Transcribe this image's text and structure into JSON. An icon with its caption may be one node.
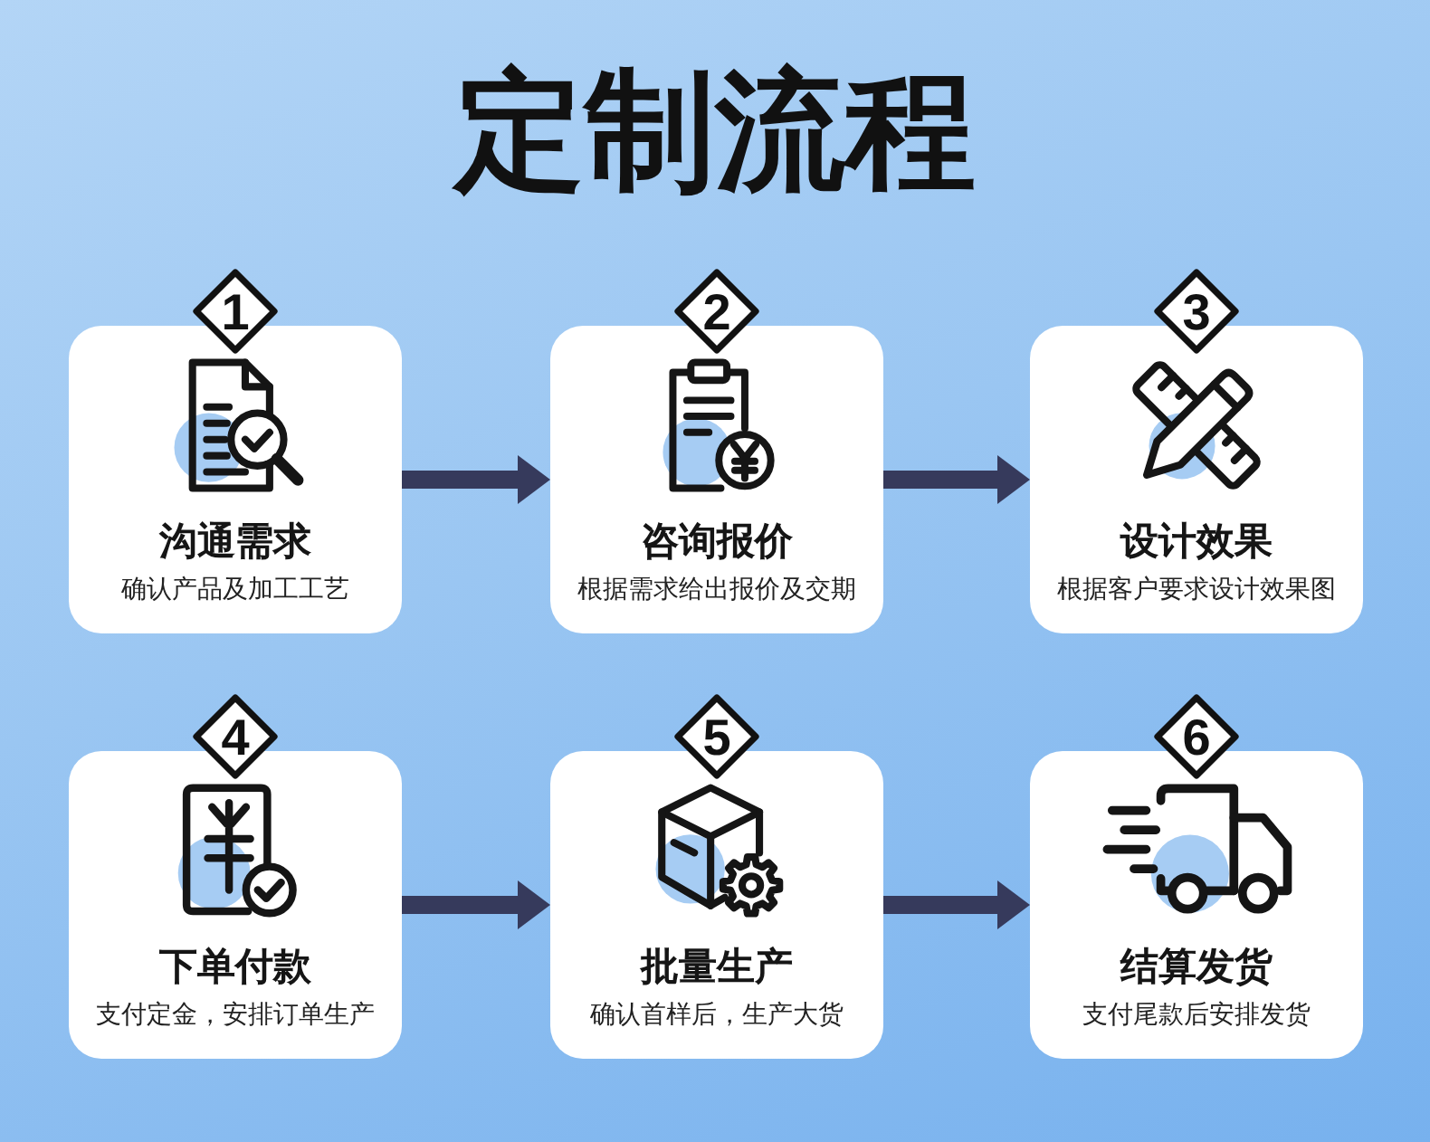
{
  "diagram": {
    "title": "定制流程",
    "nodes": [
      {
        "text": [
          "1"
        ]
      },
      {
        "text": [
          "沟通需求",
          "确认产品及加工工艺"
        ]
      },
      {
        "text": [
          "2"
        ]
      },
      {
        "text": [
          "咨询报价",
          "根据需求给出报价及交期"
        ]
      },
      {
        "text": [
          "3"
        ]
      },
      {
        "text": [
          "设计效果",
          "根据客户要求设计效果图"
        ]
      },
      {
        "text": [
          "4"
        ]
      },
      {
        "text": [
          "下单付款",
          "支付定金，安排订单生产"
        ]
      },
      {
        "text": [
          "5"
        ]
      },
      {
        "text": [
          "批量生产",
          "确认首样后，生产大货"
        ]
      },
      {
        "text": [
          "6"
        ]
      },
      {
        "text": [
          "结算发货",
          "支付尾款后安排发货"
        ]
      }
    ],
    "edges": [
      {
        "from": 1,
        "to": 3,
        "arrow": "to"
      },
      {
        "from": 3,
        "to": 5,
        "arrow": "to"
      },
      {
        "from": 7,
        "to": 9,
        "arrow": "to"
      },
      {
        "from": 9,
        "to": 11,
        "arrow": "to"
      }
    ]
  }
}
